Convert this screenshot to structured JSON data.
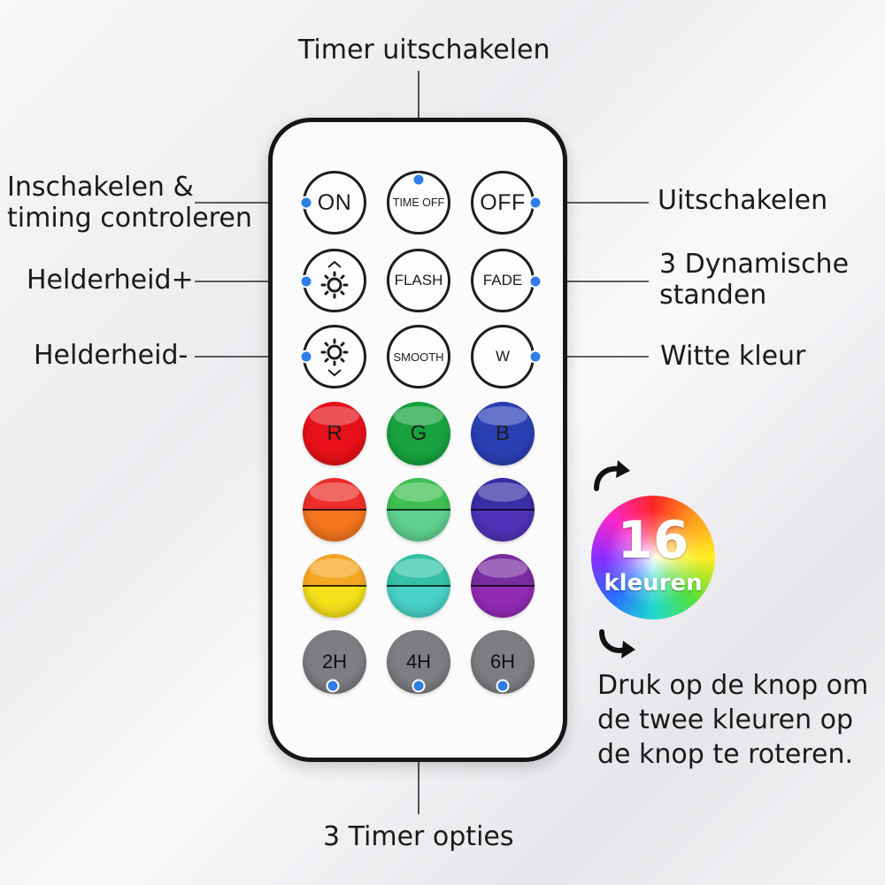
{
  "labels": {
    "timer_off": "Timer uitschakelen",
    "on_timing": "Inschakelen &\ntiming controleren",
    "off": "Uitschakelen",
    "brightness_up": "Helderheid+",
    "dynamic": "3 Dynamische\nstanden",
    "brightness_down": "Helderheid-",
    "white": "Witte kleur",
    "timer_options": "3 Timer opties",
    "rotate_hint": "Druk op de knop om\nde twee kleuren op\nde knop te roteren."
  },
  "buttons": {
    "on": "ON",
    "time_off": "TIME OFF",
    "off": "OFF",
    "flash": "FLASH",
    "fade": "FADE",
    "smooth": "SMOOTH",
    "w": "W",
    "r": "R",
    "g": "G",
    "b": "B",
    "t2": "2H",
    "t4": "4H",
    "t6": "6H"
  },
  "badge": {
    "number": "16",
    "word": "kleuren"
  },
  "colors": {
    "red": "#e8101a",
    "green": "#17a23f",
    "blue": "#2b3fb4",
    "orange_red_top": "#ee2e28",
    "orange_bottom": "#f3751d",
    "light_green_top": "#3fbf52",
    "light_green_bottom": "#5fd08f",
    "indigo_top": "#3a2da6",
    "indigo_bottom": "#4d33b8",
    "amber_top": "#f5a623",
    "yellow_bottom": "#f5e11a",
    "teal_top": "#35c2a6",
    "teal_bottom": "#49d2c9",
    "purple_top": "#7a2d9e",
    "purple_bottom": "#932ab4",
    "gray": "#7c7e81",
    "dot": "#2f7ee8"
  }
}
